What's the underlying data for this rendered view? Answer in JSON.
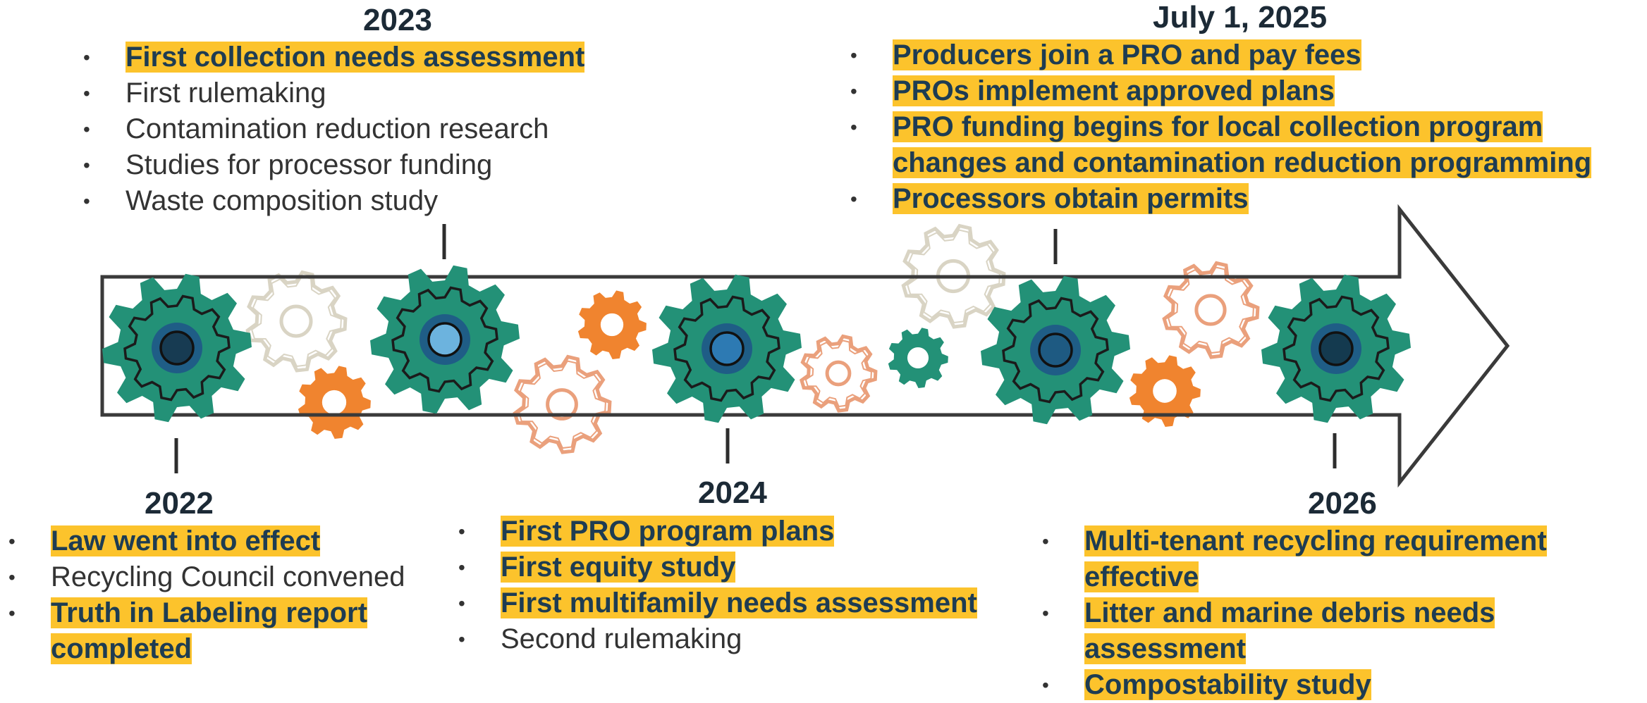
{
  "colors": {
    "highlight": "#fcc32c",
    "highlight_text": "#1e3c52",
    "big_gear": "#239177",
    "orange": "#f0842f",
    "outline_cream": "#d9d4c4",
    "outline_orange": "#eaa07c",
    "arrow_outline": "#3a3a3a"
  },
  "milestones": [
    {
      "id": "2022",
      "year": "2022",
      "items": [
        {
          "lines": [
            "Law went into effect"
          ],
          "highlight": true
        },
        {
          "lines": [
            "Recycling Council convened"
          ],
          "highlight": false
        },
        {
          "lines": [
            "Truth in Labeling report",
            "completed"
          ],
          "highlight": true
        }
      ]
    },
    {
      "id": "2023",
      "year": "2023",
      "items": [
        {
          "lines": [
            "First collection needs assessment"
          ],
          "highlight": true
        },
        {
          "lines": [
            "First rulemaking"
          ],
          "highlight": false
        },
        {
          "lines": [
            "Contamination reduction research"
          ],
          "highlight": false
        },
        {
          "lines": [
            "Studies for processor funding"
          ],
          "highlight": false
        },
        {
          "lines": [
            "Waste composition study"
          ],
          "highlight": false
        }
      ]
    },
    {
      "id": "2024",
      "year": "2024",
      "items": [
        {
          "lines": [
            "First PRO program plans"
          ],
          "highlight": true
        },
        {
          "lines": [
            "First equity study"
          ],
          "highlight": true
        },
        {
          "lines": [
            "First multifamily needs assessment"
          ],
          "highlight": true
        },
        {
          "lines": [
            "Second rulemaking"
          ],
          "highlight": false
        }
      ]
    },
    {
      "id": "2025",
      "year": "July 1, 2025",
      "items": [
        {
          "lines": [
            "Producers join a PRO and pay fees"
          ],
          "highlight": true
        },
        {
          "lines": [
            "PROs implement approved plans"
          ],
          "highlight": true
        },
        {
          "lines": [
            "PRO funding begins for local collection program",
            "changes and contamination reduction programming"
          ],
          "highlight": true
        },
        {
          "lines": [
            "Processors obtain permits"
          ],
          "highlight": true
        }
      ]
    },
    {
      "id": "2026",
      "year": "2026",
      "items": [
        {
          "lines": [
            "Multi-tenant recycling requirement",
            "effective"
          ],
          "highlight": true
        },
        {
          "lines": [
            "Litter and marine debris needs",
            "assessment"
          ],
          "highlight": true
        },
        {
          "lines": [
            "Compostability study"
          ],
          "highlight": true
        }
      ]
    }
  ]
}
